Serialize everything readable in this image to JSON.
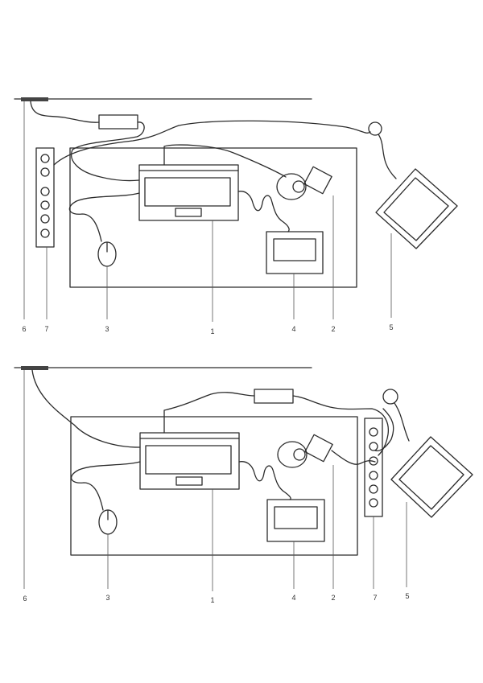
{
  "diagrams": [
    {
      "labels": {
        "socket": "6",
        "power_strip": "7",
        "mouse": "3",
        "laptop": "1",
        "tablet": "4",
        "webcam": "2",
        "monitor": "5"
      }
    },
    {
      "labels": {
        "socket": "6",
        "mouse": "3",
        "laptop": "1",
        "tablet": "4",
        "webcam": "2",
        "power_strip": "7",
        "monitor": "5"
      }
    }
  ]
}
